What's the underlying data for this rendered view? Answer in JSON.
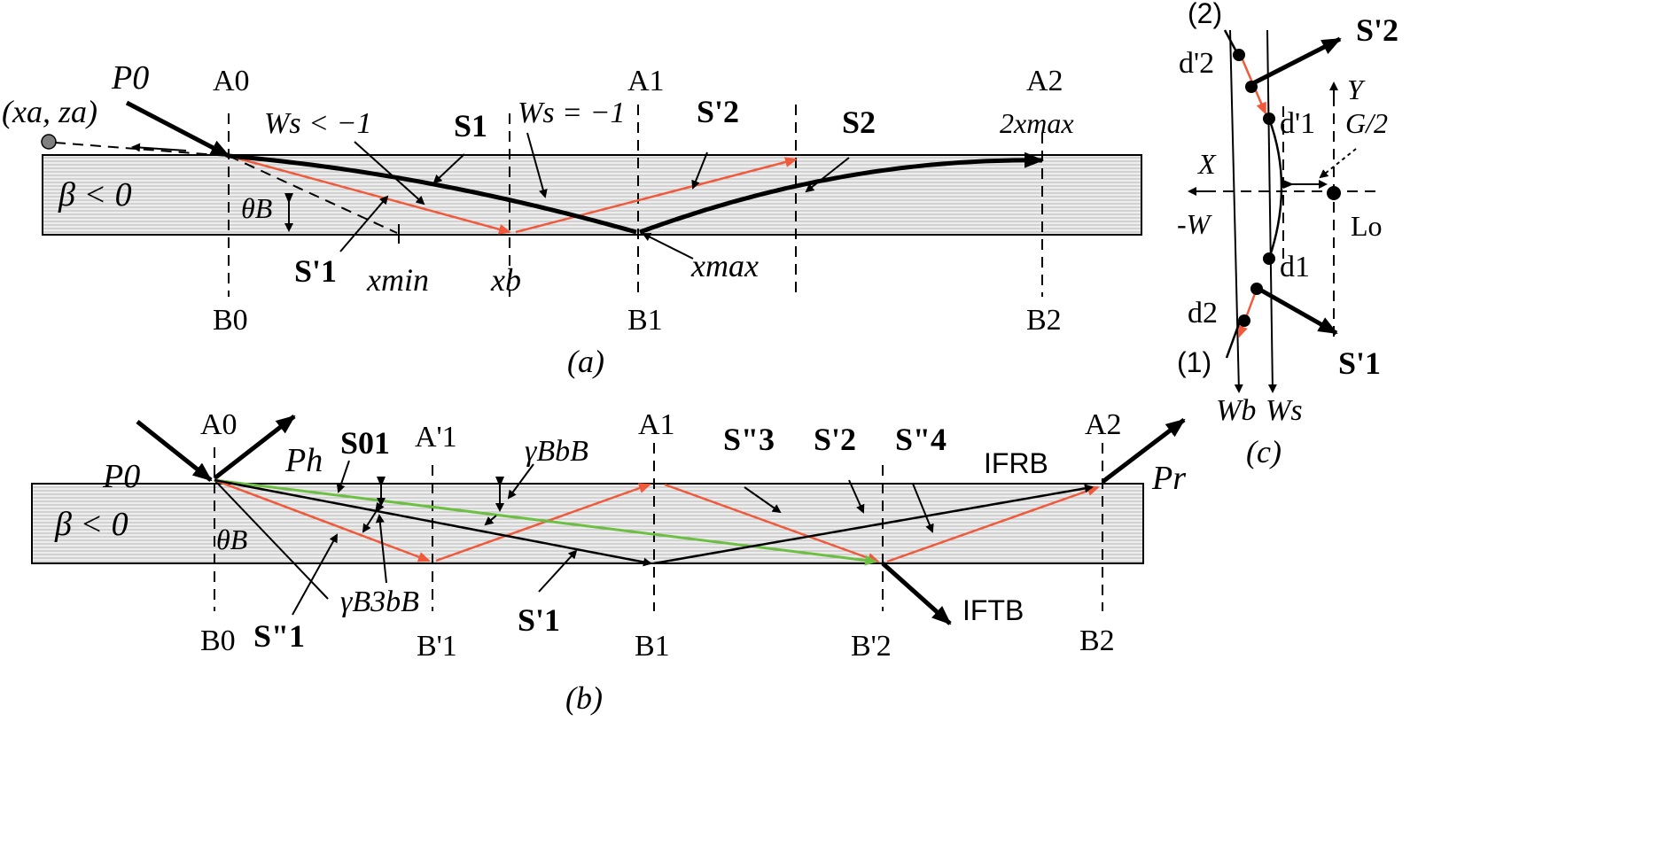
{
  "colors": {
    "red_ray": "#f05a3c",
    "green_ray": "#6dbf43",
    "crystal_fill": "#d8d8d8",
    "point": "#808080"
  },
  "panel_a": {
    "caption": "(a)",
    "crystal_label": "β < 0",
    "point_label": "(xa, za)",
    "P0": "P0",
    "A0": "A0",
    "A1": "A1",
    "A2": "A2",
    "B0": "B0",
    "B1": "B1",
    "B2": "B2",
    "Ws_lt": "Ws < −1",
    "Ws_eq": "Ws = −1",
    "S1": "S1",
    "S1p": "S'1",
    "S2": "S2",
    "S2p": "S'2",
    "two_xmax": "2xmax",
    "thetaB": "θB",
    "xmin": "xmin",
    "xb": "xb",
    "xmax": "xmax"
  },
  "panel_b": {
    "caption": "(b)",
    "crystal_label": "β < 0",
    "P0": "P0",
    "Ph": "Ph",
    "Pr": "Pr",
    "A0": "A0",
    "A1p": "A'1",
    "A1": "A1",
    "A2": "A2",
    "B0": "B0",
    "B1p": "B'1",
    "B1": "B1",
    "B2p": "B'2",
    "B2": "B2",
    "S1_0": "S01",
    "gamma_BbB": "γBbB",
    "gamma_B3bB": "γB3bB",
    "S3pp": "S\"3",
    "S2p": "S'2",
    "S4pp": "S\"4",
    "S1pp": "S\"1",
    "S1p": "S'1",
    "IFRB": "IFRB",
    "IFTB": "IFTB",
    "thetaB": "θB"
  },
  "panel_c": {
    "caption": "(c)",
    "label_2": "(2)",
    "label_1": "(1)",
    "S2p": "S'2",
    "S1p": "S'1",
    "d2p": "d'2",
    "d1p": "d'1",
    "d1": "d1",
    "d2": "d2",
    "Y": "Y",
    "G2": "G/2",
    "X": "X",
    "minusW": "-W",
    "Lo": "Lo",
    "Wb": "Wb",
    "Ws": "Ws"
  }
}
